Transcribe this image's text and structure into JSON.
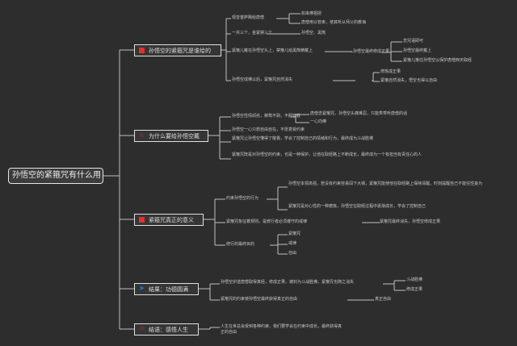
{
  "root": "孙悟空的紧箍咒有什么用",
  "icons": {
    "b1": "red-square-icon",
    "b2": "star-outline-icon",
    "b3": "red-square-icon",
    "b4": "paper-plane-icon",
    "b5": "star-outline-icon"
  },
  "colors": {
    "background": "#2d2d2d",
    "line": "#bfbfbf",
    "node_border": "#e0e0e0",
    "accent_red": "#e0322a",
    "accent_blue": "#2d6fd6"
  },
  "branches": [
    {
      "label": "孙悟空的紧箍咒是谁给的",
      "children": [
        {
          "text": "观音菩萨赐给唐僧",
          "children": [
            "如来佛祖授",
            "唐僧用以管束，使其听从师父的教诲"
          ]
        },
        {
          "text": "一共三个，金紧禁三个",
          "children": [
            "孙悟空、黑熊"
          ]
        },
        {
          "text": "紧箍儿戴在孙悟空头上，禁箍儿给黑熊精戴上",
          "children": [
            "念咒语即可",
            "孙悟空最终戴上",
            "紧箍儿箍住孙悟空以保护唐僧西天取经",
            "孙悟空最终修成正果"
          ]
        },
        {
          "text": "孙悟空成佛以后，紧箍咒自然消失",
          "children": [
            "修炼成正果",
            "紧箍自然消失，悟空也得以自由"
          ]
        }
      ]
    },
    {
      "label": "为什么要给孙悟空戴",
      "children": [
        {
          "text": "孙悟空性情顽劣，桀骜不驯，不服管教",
          "children": [
            "唐僧念紧箍咒，孙悟空头痛难忍，只能乖乖听唐僧的话",
            "一心向佛"
          ]
        },
        {
          "text": "孙悟空一心只想自由自在，不愿意受约束"
        },
        {
          "text": "紧箍咒让孙悟空懂得了敬畏，学会了控制自己的情绪和行为，最终成为斗战胜佛"
        },
        {
          "text": "紧箍咒既是对孙悟空的约束，也是一种保护，让他在取经路上不断成长，最终成为一个有担当有责任心的人"
        }
      ]
    },
    {
      "label": "紧箍咒真正的意义",
      "children": [
        {
          "text": "约束孙悟空的行为",
          "children": [
            "孙悟空本领高强，若没有约束容易闯下大祸，紧箍咒能使他在取经路上保持清醒，时刻提醒自己不能任性妄为",
            "紧箍咒是对心性的一种磨炼，孙悟空在取经过程中逐渐成长，学会了控制自己"
          ]
        },
        {
          "text": "紧箍咒象征着规则，是修行者必须遵守的戒律",
          "children": [
            "紧箍咒最终消失，孙悟空修成正果"
          ]
        },
        {
          "text": "修行的最终目的",
          "children": [
            "紧箍咒",
            "戒律",
            "自由"
          ]
        }
      ]
    },
    {
      "label": "结果：功德圆满",
      "children": [
        {
          "text": "孙悟空护送唐僧取得真经，修成正果，被封为斗战胜佛，紧箍咒也随之消失",
          "children": [
            "斗战胜佛",
            "修成正果"
          ]
        },
        {
          "text": "紧箍咒的约束使孙悟空最终获得真正的自由",
          "children": [
            "真正自由"
          ]
        }
      ]
    },
    {
      "label": "结语：感悟人生",
      "children": [
        {
          "text": "人生在世总会受到各种约束，我们要学会在约束中成长，最终获得真正的自由"
        }
      ]
    }
  ]
}
